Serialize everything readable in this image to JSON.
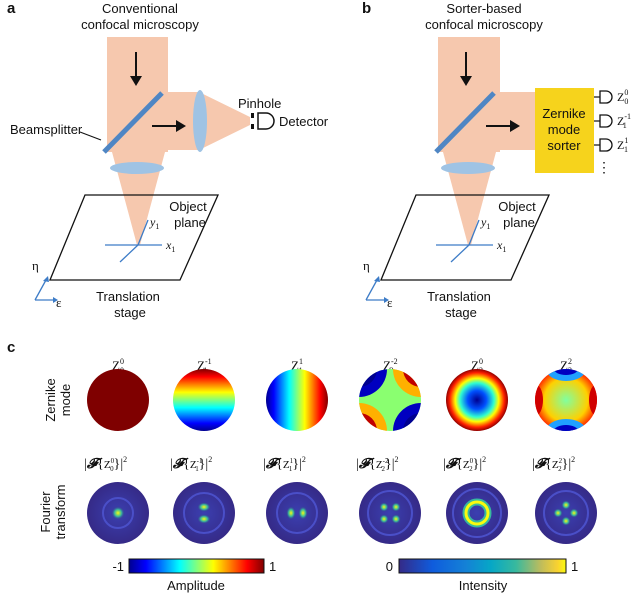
{
  "panel_a": {
    "letter": "a",
    "title_line1": "Conventional",
    "title_line2": "confocal microscopy",
    "beamsplitter": "Beamsplitter",
    "pinhole": "Pinhole",
    "detector": "Detector",
    "object_line1": "Object",
    "object_line2": "plane",
    "y_axis": "y",
    "x_axis": "x",
    "axis_sub": "1",
    "eta": "η",
    "epsilon": "ε",
    "stage_line1": "Translation",
    "stage_line2": "stage"
  },
  "panel_b": {
    "letter": "b",
    "title_line1": "Sorter-based",
    "title_line2": "confocal microscopy",
    "sorter_line1": "Zernike",
    "sorter_line2": "mode",
    "sorter_line3": "sorter",
    "outputs": [
      {
        "base": "Z",
        "sub": "0",
        "sup": "0"
      },
      {
        "base": "Z",
        "sub": "1",
        "sup": "-1"
      },
      {
        "base": "Z",
        "sub": "1",
        "sup": "1"
      }
    ],
    "ellipsis": "⋮",
    "object_line1": "Object",
    "object_line2": "plane",
    "y_axis": "y",
    "x_axis": "x",
    "axis_sub": "1",
    "eta": "η",
    "epsilon": "ε",
    "stage_line1": "Translation",
    "stage_line2": "stage"
  },
  "panel_c": {
    "letter": "c",
    "row1_line1": "Zernike",
    "row1_line2": "mode",
    "row2_line1": "Fourier",
    "row2_line2": "transform",
    "ft_symbol": "𝓕",
    "modes": [
      {
        "base": "Z",
        "sub": "0",
        "sup": "0"
      },
      {
        "base": "Z",
        "sub": "1",
        "sup": "-1"
      },
      {
        "base": "Z",
        "sub": "1",
        "sup": "1"
      },
      {
        "base": "Z",
        "sub": "2",
        "sup": "-2"
      },
      {
        "base": "Z",
        "sub": "2",
        "sup": "0"
      },
      {
        "base": "Z",
        "sub": "2",
        "sup": "2"
      }
    ],
    "amplitude_bar": {
      "min": "-1",
      "max": "1",
      "label": "Amplitude"
    },
    "intensity_bar": {
      "min": "0",
      "max": "1",
      "label": "Intensity"
    }
  },
  "colors": {
    "beam": "#f6c8ae",
    "optics": "#9fc3e4",
    "mirror": "#4f86c4",
    "sorter": "#f6d31c",
    "axis_blue": "#3d7cc7",
    "jet_dark_red": "#7f0000",
    "jet_blue": "#1a1aa8"
  }
}
